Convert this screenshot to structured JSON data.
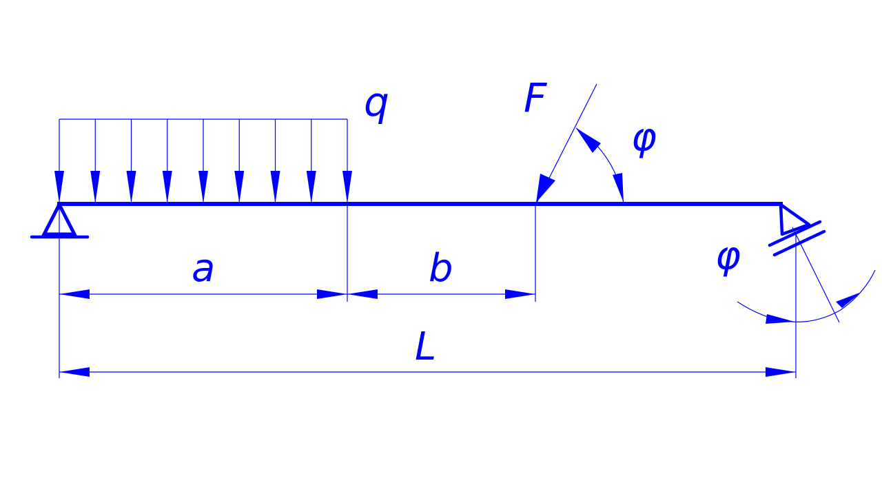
{
  "diagram": {
    "color": "#0000ff",
    "labels": {
      "q": "q",
      "F": "F",
      "phi_force": "φ",
      "phi_support": "φ",
      "a": "a",
      "b": "b",
      "L": "L"
    }
  }
}
